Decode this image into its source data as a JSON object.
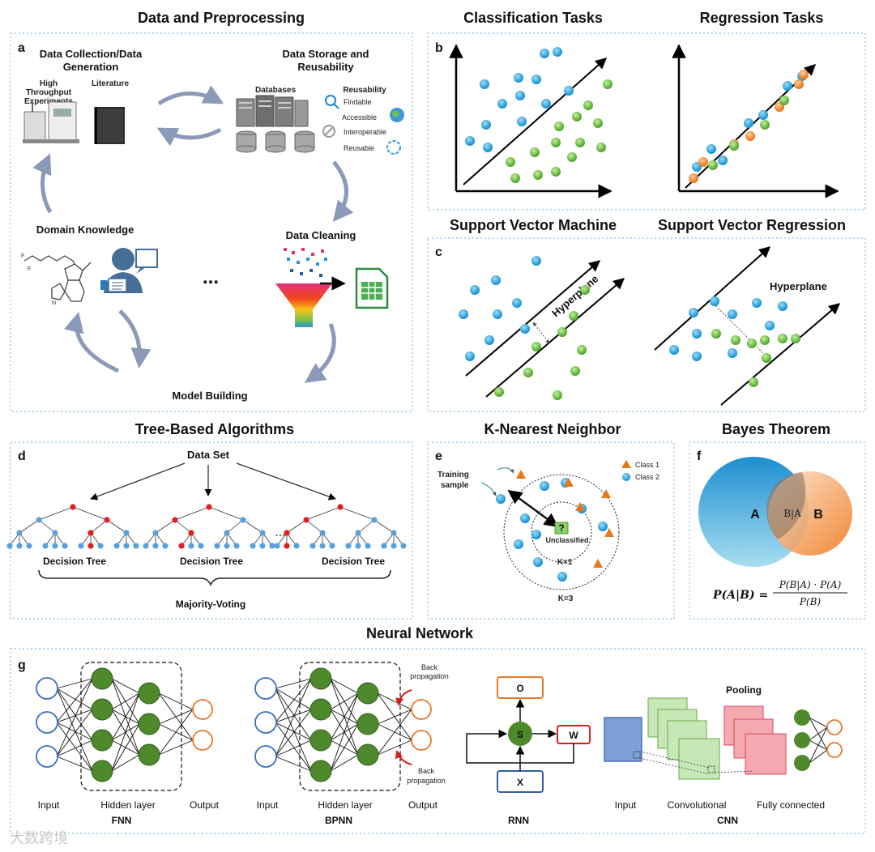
{
  "titles": {
    "data_prep": "Data and Preprocessing",
    "classification": "Classification Tasks",
    "regression": "Regression Tasks",
    "svm": "Support Vector Machine",
    "svr": "Support Vector Regression",
    "tree": "Tree-Based Algorithms",
    "knn": "K-Nearest Neighbor",
    "bayes": "Bayes Theorem",
    "nn": "Neural Network"
  },
  "panels": {
    "a": "a",
    "b": "b",
    "c": "c",
    "d": "d",
    "e": "e",
    "f": "f",
    "g": "g"
  },
  "panel_a": {
    "collection": [
      "Data Collection/Data",
      "Generation"
    ],
    "htp": [
      "High",
      "Throughput",
      "Experiments"
    ],
    "literature": "Literature",
    "storage": [
      "Data Storage and",
      "Reusability"
    ],
    "databases": "Databases",
    "reusability": "Reusability",
    "fair": [
      "Findable",
      "Accessible",
      "Interoperable",
      "Reusable"
    ],
    "domain": "Domain Knowledge",
    "cleaning": "Data Cleaning",
    "model": "Model Building",
    "ellipsis": "..."
  },
  "panel_c": {
    "hyperplane_svm": "Hyperplane",
    "hyperplane_svr": "Hyperplane"
  },
  "panel_d": {
    "dataset": "Data Set",
    "tree_label": "Decision Tree",
    "voting": "Majority-Voting",
    "dots": "..."
  },
  "panel_e": {
    "training": [
      "Training",
      "sample"
    ],
    "class1": "Class 1",
    "class2": "Class 2",
    "unclassified": "Unclassified",
    "question": "?",
    "k1": "K=1",
    "k3": "K=3"
  },
  "panel_f": {
    "a": "A",
    "b": "B",
    "ba": "B|A",
    "formula_lhs": "P(A|B) =",
    "numerator": "P(B|A) · P(A)",
    "denominator": "P(B)"
  },
  "panel_g": {
    "input": "Input",
    "hidden": "Hidden layer",
    "output": "Output",
    "fnn": "FNN",
    "bpnn": "BPNN",
    "backprop": [
      "Back",
      "propagation"
    ],
    "rnn": "RNN",
    "o": "O",
    "s": "S",
    "w": "W",
    "x": "X",
    "pooling": "Pooling",
    "cnn_input": "Input",
    "conv": "Convolutional",
    "fc": "Fully connected",
    "cnn": "CNN"
  },
  "watermark": "大数跨境",
  "colors": {
    "blue_dot": "#2aa3dc",
    "green_dot": "#6cbd45",
    "orange_dot": "#f08a2a",
    "frame": "#9ec9e8",
    "nn_green": "#4e8a2c",
    "red_node": "#e02020"
  }
}
